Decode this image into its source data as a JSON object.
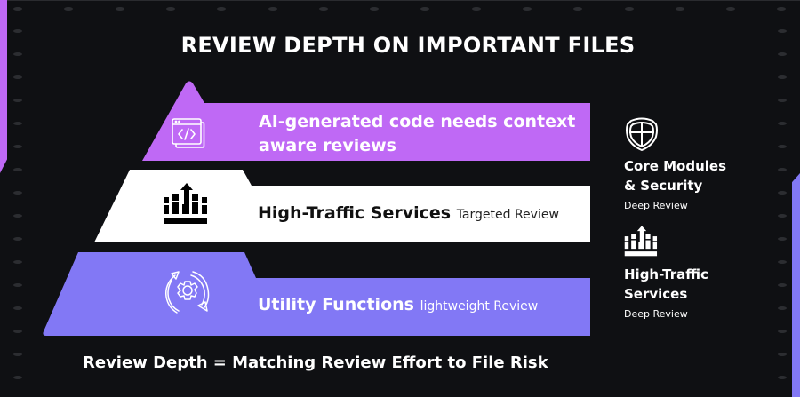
{
  "title": "REVIEW DEPTH ON IMPORTANT FILES",
  "colors": {
    "background": "#0f1013",
    "tier1": "#bf69f5",
    "tier2": "#ffffff",
    "tier3": "#8278f5",
    "dot": "#2c2d31"
  },
  "tiers": [
    {
      "icon": "code-window-icon",
      "heading": "AI-generated code needs context aware reviews",
      "sub": ""
    },
    {
      "icon": "bar-chart-up-arrow-icon",
      "heading": "High-Traffic Services",
      "sub": "Targeted Review"
    },
    {
      "icon": "gear-cycle-icon",
      "heading": "Utility Functions",
      "sub": "lightweight Review"
    }
  ],
  "legend": [
    {
      "icon": "shield-icon",
      "title_line1": "Core Modules",
      "title_line2": "& Security",
      "sub": "Deep Review"
    },
    {
      "icon": "bar-chart-up-arrow-icon",
      "title_line1": "High-Traffic",
      "title_line2": "Services",
      "sub": "Deep Review"
    }
  ],
  "footer": "Review Depth = Matching Review Effort to File Risk"
}
